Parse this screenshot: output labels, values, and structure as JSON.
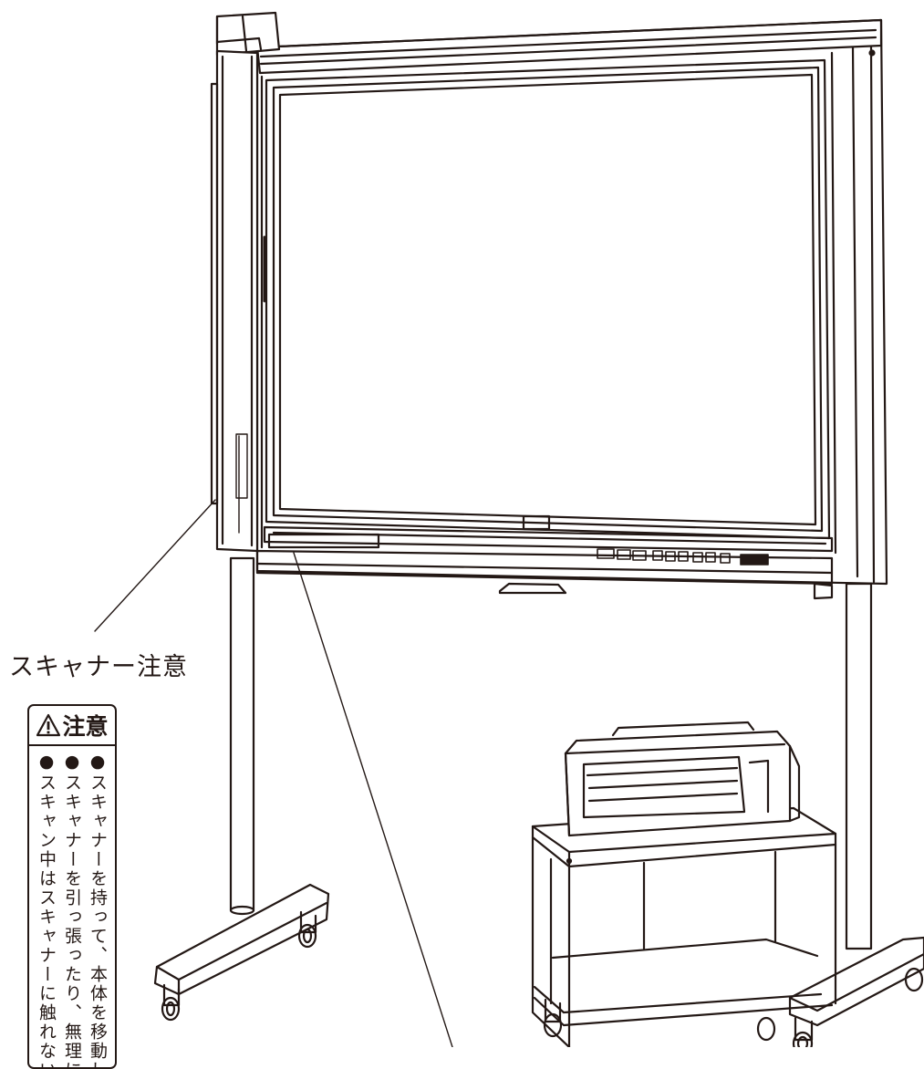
{
  "scanner_callout": {
    "label": "スキャナー注意"
  },
  "caution_label": {
    "title": "注意",
    "icon": "warning-triangle-icon",
    "lines": [
      "●スキャナーを持って、本体を移動しな",
      "●スキャナーを引っ張ったり、無理に移",
      "●スキャン中はスキャナーに触れないで"
    ]
  }
}
